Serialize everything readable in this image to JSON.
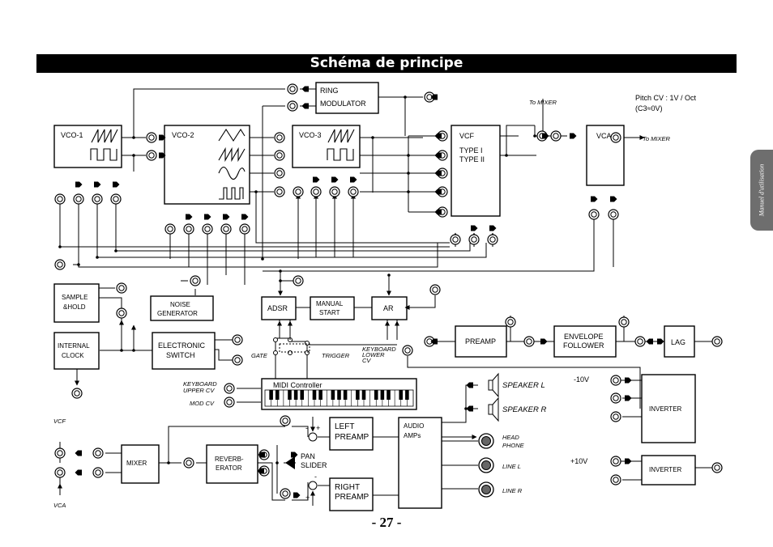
{
  "header": {
    "title": "Schéma de principe"
  },
  "side_tab": {
    "label": "Manuel d'utilisation"
  },
  "footer": {
    "page_number": "- 27 -"
  },
  "notes": {
    "pitch_cv_line1": "Pitch CV : 1V / Oct",
    "pitch_cv_line2": "(C3≈0V)"
  },
  "modules": {
    "vco1": "VCO-1",
    "vco2": "VCO-2",
    "vco3": "VCO-3",
    "ring_mod_1": "RING",
    "ring_mod_2": "MODULATOR",
    "vcf": "VCF",
    "vcf_type1": "TYPE I",
    "vcf_type2": "TYPE II",
    "vca": "VCA",
    "sample_hold_1": "SAMPLE",
    "sample_hold_2": "&HOLD",
    "noise_1": "NOISE",
    "noise_2": "GENERATOR",
    "internal_clock_1": "INTERNAL",
    "internal_clock_2": "CLOCK",
    "electronic_switch_1": "ELECTRONIC",
    "electronic_switch_2": "SWITCH",
    "adsr": "ADSR",
    "manual_start_1": "MANUAL",
    "manual_start_2": "START",
    "ar": "AR",
    "preamp": "PREAMP",
    "envelope_follower_1": "ENVELOPE",
    "envelope_follower_2": "FOLLOWER",
    "lag": "LAG",
    "midi_controller": "MIDI Controller",
    "mixer": "MIXER",
    "reverberator_1": "REVERB-",
    "reverberator_2": "ERATOR",
    "pan_slider_1": "PAN",
    "pan_slider_2": "SLIDER",
    "left_preamp_1": "LEFT",
    "left_preamp_2": "PREAMP",
    "right_preamp_1": "RIGHT",
    "right_preamp_2": "PREAMP",
    "audio_amps_1": "AUDIO",
    "audio_amps_2": "AMPs",
    "inverter_top": "INVERTER",
    "inverter_bottom": "INVERTER"
  },
  "labels": {
    "to_mixer_top": "To MIXER",
    "to_mixer_right": "To MIXER",
    "gate": "GATE",
    "trigger": "TRIGGER",
    "keyboard_lower_cv_1": "KEYBOARD",
    "keyboard_lower_cv_2": "LOWER",
    "keyboard_lower_cv_3": "CV",
    "keyboard_upper_cv_1": "KEYBOARD",
    "keyboard_upper_cv_2": "UPPER CV",
    "mod_cv": "MOD CV",
    "vcf_in": "VCF",
    "vca_in": "VCA",
    "speaker_l": "SPEAKER L",
    "speaker_r": "SPEAKER R",
    "headphone_1": "HEAD",
    "headphone_2": "PHONE",
    "line_l": "LINE L",
    "line_r": "LINE R",
    "minus_10v": "-10V",
    "plus_10v": "+10V",
    "plus": "+",
    "minus": "-"
  }
}
